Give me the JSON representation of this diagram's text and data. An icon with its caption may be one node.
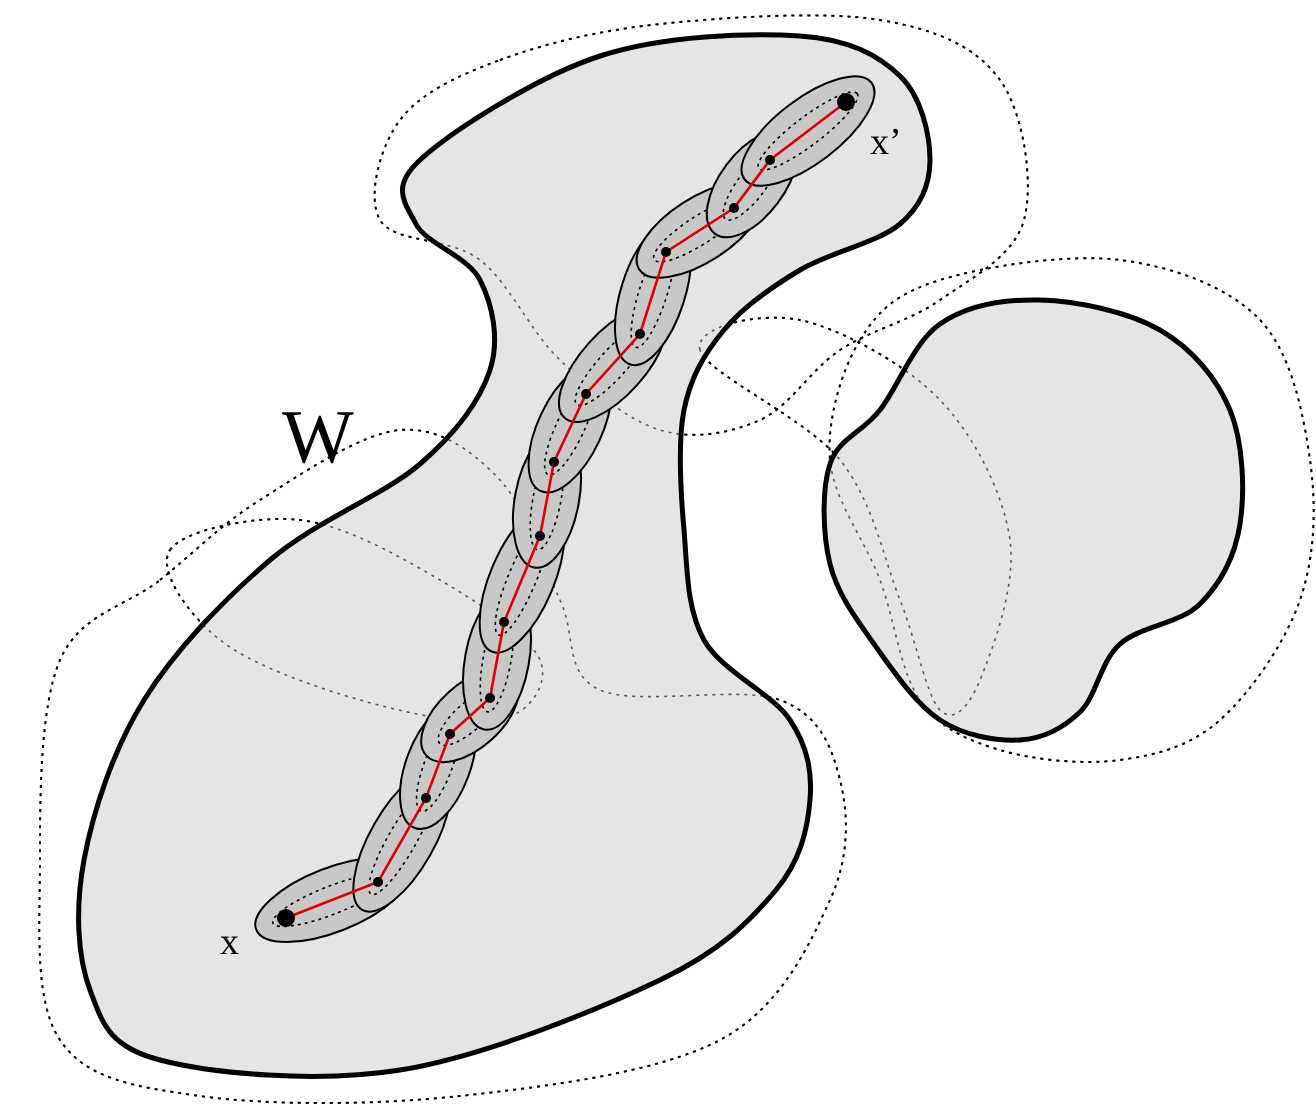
{
  "diagram": {
    "labels": [
      "W",
      "x",
      "x’"
    ]
  }
}
